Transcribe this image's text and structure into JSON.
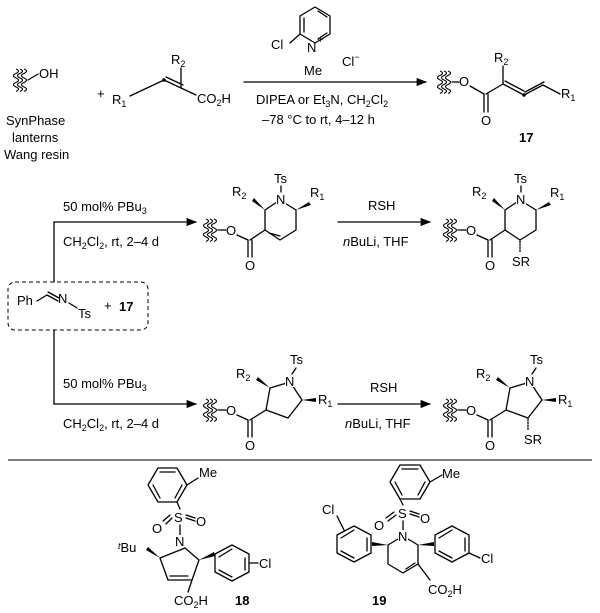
{
  "top_reaction": {
    "resin_line1": "SynPhase",
    "resin_line2": "lanterns",
    "resin_line3": "Wang resin",
    "oh": "OH",
    "plus": "+",
    "r1": "R",
    "r1_sub": "1",
    "r2": "R",
    "r2_sub": "2",
    "co2h": "CO",
    "co2h_sub": "2",
    "co2h_end": "H",
    "reagent_cl": "Cl",
    "reagent_n": "N",
    "reagent_plus": "+",
    "reagent_me": "Me",
    "counter_ion": "Cl",
    "counter_charge": "−",
    "cond_line1_a": "DIPEA or Et",
    "cond_line1_sub1": "3",
    "cond_line1_b": "N, CH",
    "cond_line1_sub2": "2",
    "cond_line1_c": "Cl",
    "cond_line1_sub3": "2",
    "cond_line2": "–78 °C to rt, 4–12 h",
    "product_label": "17",
    "ester_o": "O",
    "ester_o2": "O"
  },
  "imine_box": {
    "ph": "Ph",
    "n": "N",
    "ts": "Ts",
    "plus": "+",
    "compound": "17"
  },
  "upper_branch": {
    "cond1_a": "50 mol% PBu",
    "cond1_sub": "3",
    "cond2_a": "CH",
    "cond2_sub1": "2",
    "cond2_b": "Cl",
    "cond2_sub2": "2",
    "cond2_c": ", rt, 2–4 d",
    "step2_top": "RSH",
    "step2_bottom_italic": "n",
    "step2_bottom_rest": "BuLi, THF",
    "ts": "Ts",
    "n": "N",
    "r1": "R",
    "r1_sub": "1",
    "r2": "R",
    "r2_sub": "2",
    "o": "O",
    "o2": "O",
    "sr": "SR"
  },
  "lower_branch": {
    "cond1_a": "50 mol% PBu",
    "cond1_sub": "3",
    "cond2_a": "CH",
    "cond2_sub1": "2",
    "cond2_b": "Cl",
    "cond2_sub2": "2",
    "cond2_c": ", rt, 2–4 d",
    "step2_top": "RSH",
    "step2_bottom_italic": "n",
    "step2_bottom_rest": "BuLi, THF",
    "ts": "Ts",
    "n": "N",
    "r1": "R",
    "r1_sub": "1",
    "r2": "R",
    "r2_sub": "2",
    "o": "O",
    "o2": "O",
    "sr": "SR"
  },
  "compound18": {
    "label": "18",
    "me": "Me",
    "s": "S",
    "o_a": "O",
    "o_b": "O",
    "n": "N",
    "tbu_t": "t",
    "tbu_rest": "Bu",
    "cl": "Cl",
    "co2h_a": "CO",
    "co2h_sub": "2",
    "co2h_b": "H"
  },
  "compound19": {
    "label": "19",
    "me": "Me",
    "s": "S",
    "o_a": "O",
    "o_b": "O",
    "n": "N",
    "cl_left": "Cl",
    "cl_right": "Cl",
    "co2h_a": "CO",
    "co2h_sub": "2",
    "co2h_b": "H"
  }
}
